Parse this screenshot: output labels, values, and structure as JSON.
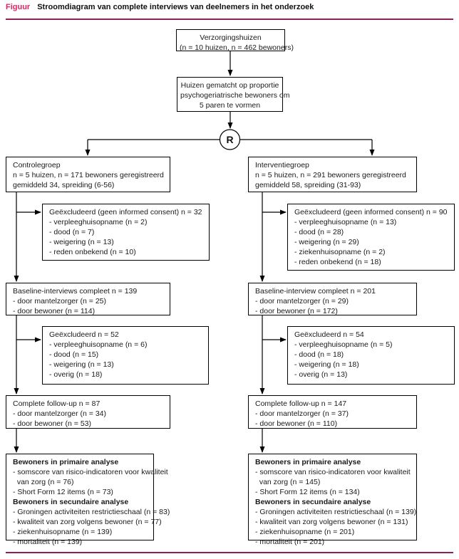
{
  "figure": {
    "label": "Figuur",
    "title": "Stroomdiagram van complete interviews van deelnemers in het onderzoek"
  },
  "colors": {
    "accent_label": "#e32063",
    "rule": "#8e2156"
  },
  "flow": {
    "source": {
      "line1": "Verzorgingshuizen",
      "line2": "(n = 10 huizen, n = 462 bewoners)"
    },
    "matching": {
      "line1": "Huizen gematcht op proportie",
      "line2": "psychogeriatrische bewoners om",
      "line3": "5 paren te vormen"
    },
    "randomization_symbol": "R"
  },
  "control": {
    "group": {
      "line1": "Controlegroep",
      "line2": "n = 5 huizen, n = 171 bewoners geregistreerd",
      "line3": "gemiddeld 34, spreiding (6-56)"
    },
    "excluded_consent": {
      "line1": "Geëxcludeerd (geen informed consent) n = 32",
      "line2": "- verpleeghuisopname (n = 2)",
      "line3": "- dood (n = 7)",
      "line4": "- weigering (n = 13)",
      "line5": "- reden onbekend (n = 10)"
    },
    "baseline": {
      "line1": "Baseline-interviews compleet n = 139",
      "line2": "- door mantelzorger (n = 25)",
      "line3": "- door bewoner (n = 114)"
    },
    "excluded_followup": {
      "line1": "Geëxcludeerd n = 52",
      "line2": "- verpleeghuisopname (n = 6)",
      "line3": "- dood (n = 15)",
      "line4": "- weigering (n = 13)",
      "line5": "- overig (n = 18)"
    },
    "followup": {
      "line1": "Complete follow-up n = 87",
      "line2": "- door mantelzorger (n = 34)",
      "line3": "- door bewoner (n = 53)"
    },
    "analysis": {
      "primary_header": "Bewoners in primaire analyse",
      "primary_item1a": "- somscore van risico-indicatoren voor kwaliteit",
      "primary_item1b": "  van zorg (n = 76)",
      "primary_item2": "- Short Form 12 items (n = 73)",
      "secondary_header": "Bewoners in secundaire analyse",
      "secondary_item1": "- Groningen activiteiten restrictieschaal (n = 83)",
      "secondary_item2": "- kwaliteit van zorg volgens bewoner (n = 77)",
      "secondary_item3": "- ziekenhuisopname (n = 139)",
      "secondary_item4": "- mortaliteit (n = 139)"
    }
  },
  "intervention": {
    "group": {
      "line1": "Interventiegroep",
      "line2": "n = 5 huizen, n = 291 bewoners geregistreerd",
      "line3": "gemiddeld 58, spreiding (31-93)"
    },
    "excluded_consent": {
      "line1": "Geëxcludeerd (geen informed consent) n = 90",
      "line2": "- verpleeghuisopname (n = 13)",
      "line3": "- dood (n = 28)",
      "line4": "- weigering (n = 29)",
      "line5": "- ziekenhuisopname (n = 2)",
      "line6": "- reden onbekend (n = 18)"
    },
    "baseline": {
      "line1": "Baseline-interview compleet n = 201",
      "line2": "- door mantelzorger (n = 29)",
      "line3": "- door bewoner (n = 172)"
    },
    "excluded_followup": {
      "line1": "Geëxcludeerd n = 54",
      "line2": "- verpleeghuisopname (n = 5)",
      "line3": "- dood (n = 18)",
      "line4": "- weigering (n = 18)",
      "line5": "- overig (n = 13)"
    },
    "followup": {
      "line1": "Complete follow-up n = 147",
      "line2": "- door mantelzorger (n = 37)",
      "line3": "- door bewoner (n = 110)"
    },
    "analysis": {
      "primary_header": "Bewoners in primaire analyse",
      "primary_item1a": "- somscore van risico-indicatoren voor kwaliteit",
      "primary_item1b": "  van zorg (n = 145)",
      "primary_item2": "- Short Form 12 items (n = 134)",
      "secondary_header": "Bewoners in secundaire analyse",
      "secondary_item1": "- Groningen activiteiten restrictieschaal (n = 139)",
      "secondary_item2": "- kwaliteit van zorg volgens bewoner (n = 131)",
      "secondary_item3": "- ziekenhuisopname (n = 201)",
      "secondary_item4": "- mortaliteit (n = 201)"
    }
  }
}
